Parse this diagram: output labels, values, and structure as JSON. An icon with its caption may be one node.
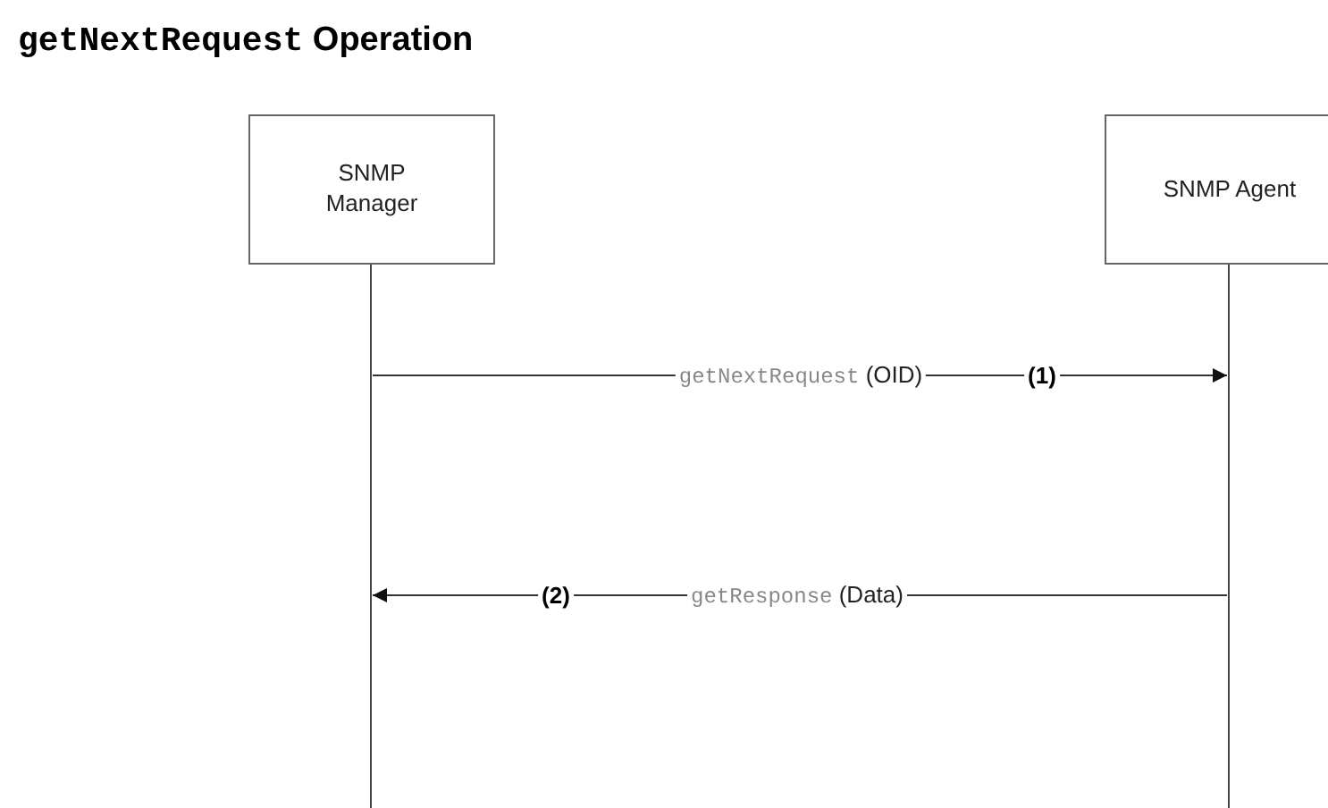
{
  "diagram": {
    "title": "getNextRequest Operation",
    "nodes": [
      {
        "text": [
          "SNMP Manager"
        ]
      },
      {
        "text": [
          "SNMP Agent"
        ]
      },
      {
        "text": [],
        "shape": "bar"
      },
      {
        "text": [],
        "shape": "bar"
      }
    ],
    "edges": [
      {
        "from": 2,
        "to": 3,
        "arrow": "to",
        "label": "getNextRequest (OID)"
      },
      {
        "from": 3,
        "to": 2,
        "arrow": "to",
        "label": "getResponse (Data)"
      }
    ],
    "labels": [
      "(1)",
      "(2)"
    ]
  }
}
